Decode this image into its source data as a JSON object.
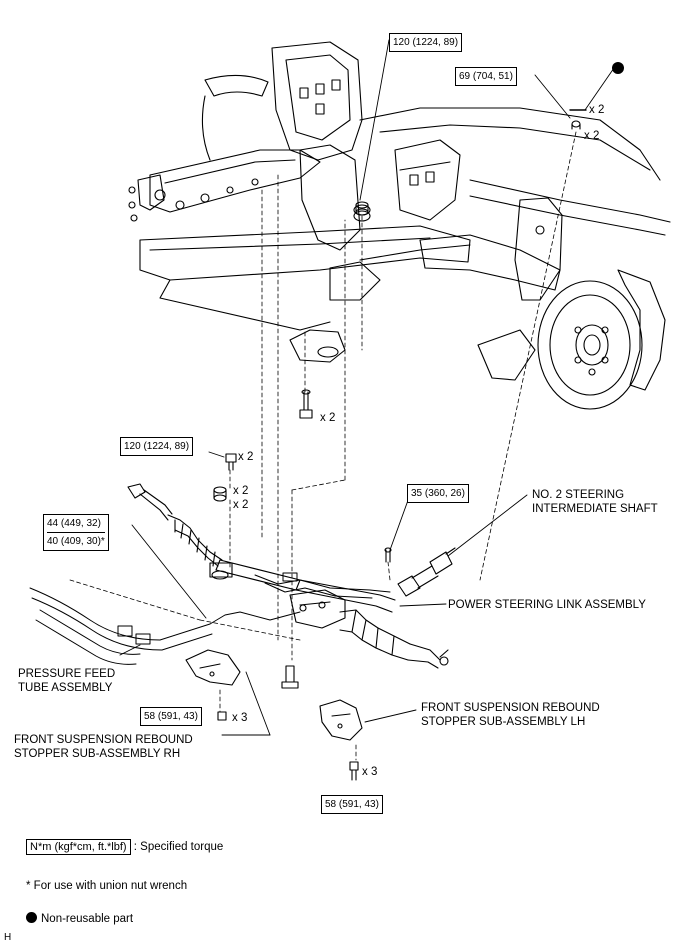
{
  "torque": {
    "t_top_center": "120 (1224, 89)",
    "t_top_right": "69 (704, 51)",
    "t_left": "120 (1224, 89)",
    "t_union_1": "44 (449, 32)",
    "t_union_2": "40 (409, 30)*",
    "t_shaft": "35 (360, 26)",
    "t_rh": "58 (591, 43)",
    "t_lh": "58 (591, 43)"
  },
  "quantities": {
    "q_nut_top": "x 2",
    "q_nut_bottom": "x 2",
    "q_bolt_frame": "x 2",
    "q_bolt_left": "x 2",
    "q_washer_1": "x 2",
    "q_washer_2": "x 2",
    "q_rh": "x 3",
    "q_lh": "x 3"
  },
  "labels": {
    "shaft_1": "NO. 2 STEERING",
    "shaft_2": "INTERMEDIATE SHAFT",
    "link": "POWER STEERING LINK ASSEMBLY",
    "pressure_1": "PRESSURE FEED",
    "pressure_2": "TUBE ASSEMBLY",
    "rh_1": "FRONT SUSPENSION REBOUND",
    "rh_2": "STOPPER SUB-ASSEMBLY RH",
    "lh_1": "FRONT SUSPENSION REBOUND",
    "lh_2": "STOPPER SUB-ASSEMBLY LH"
  },
  "legend": {
    "unit_box": "N*m (kgf*cm, ft.*lbf)",
    "unit_text": ": Specified torque",
    "union_note": "* For use with union nut wrench",
    "nonreusable": "Non-reusable part"
  },
  "corner_mark": "H"
}
